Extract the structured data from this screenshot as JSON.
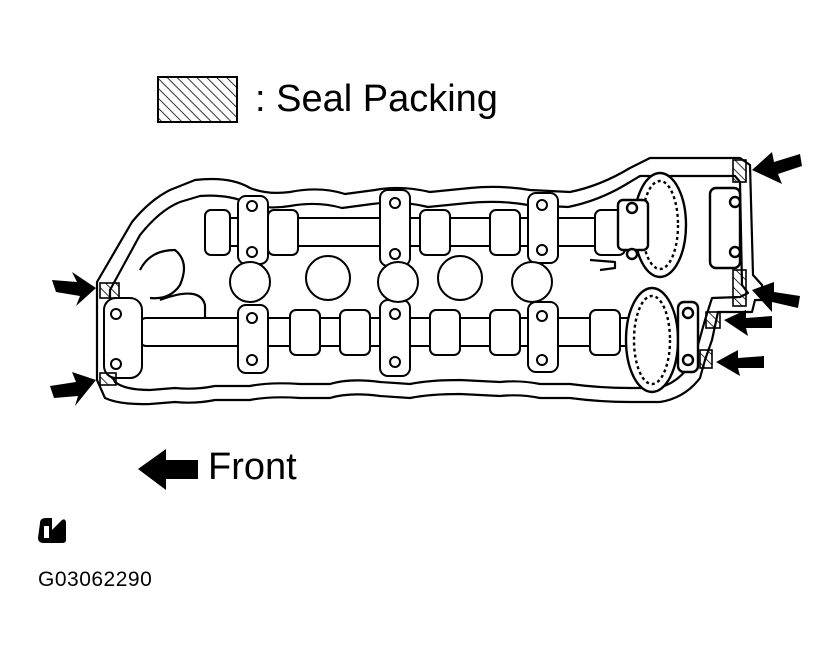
{
  "legend": {
    "label": ": Seal Packing",
    "swatch_pattern": "diagonal-hatch"
  },
  "direction": {
    "label": "Front",
    "arrow_icon": "arrow-left-icon"
  },
  "figure_id": "G03062290",
  "mark_icon": "sealant-tube-icon",
  "colors": {
    "line": "#000000",
    "background": "#ffffff"
  }
}
